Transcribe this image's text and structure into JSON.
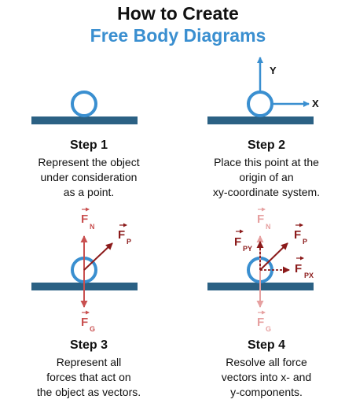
{
  "title": {
    "line1": "How to Create",
    "line2": "Free Body Diagrams"
  },
  "steps": [
    {
      "heading": "Step 1",
      "lines": [
        "Represent the object",
        "under consideration",
        "as a point."
      ]
    },
    {
      "heading": "Step 2",
      "lines": [
        "Place this point at the",
        "origin of an",
        "xy-coordinate system."
      ]
    },
    {
      "heading": "Step 3",
      "lines": [
        "Represent all",
        "forces that act on",
        "the object as vectors."
      ]
    },
    {
      "heading": "Step 4",
      "lines": [
        "Resolve all force",
        "vectors into x- and",
        "y-components."
      ]
    }
  ],
  "axes": {
    "x": "X",
    "y": "Y"
  },
  "forces": {
    "letter": "F",
    "normal": "N",
    "gravity": "G",
    "applied": "P",
    "applied_y": "PY",
    "applied_x": "PX"
  },
  "colors": {
    "title_accent": "#3a8fd0",
    "surface": "#2b6184",
    "object": "#3a8fd0",
    "axes": "#3a8fd0",
    "force_dark": "#8b1a1a",
    "force_primary": "#c95050",
    "force_faded": "#e6a0a0"
  }
}
